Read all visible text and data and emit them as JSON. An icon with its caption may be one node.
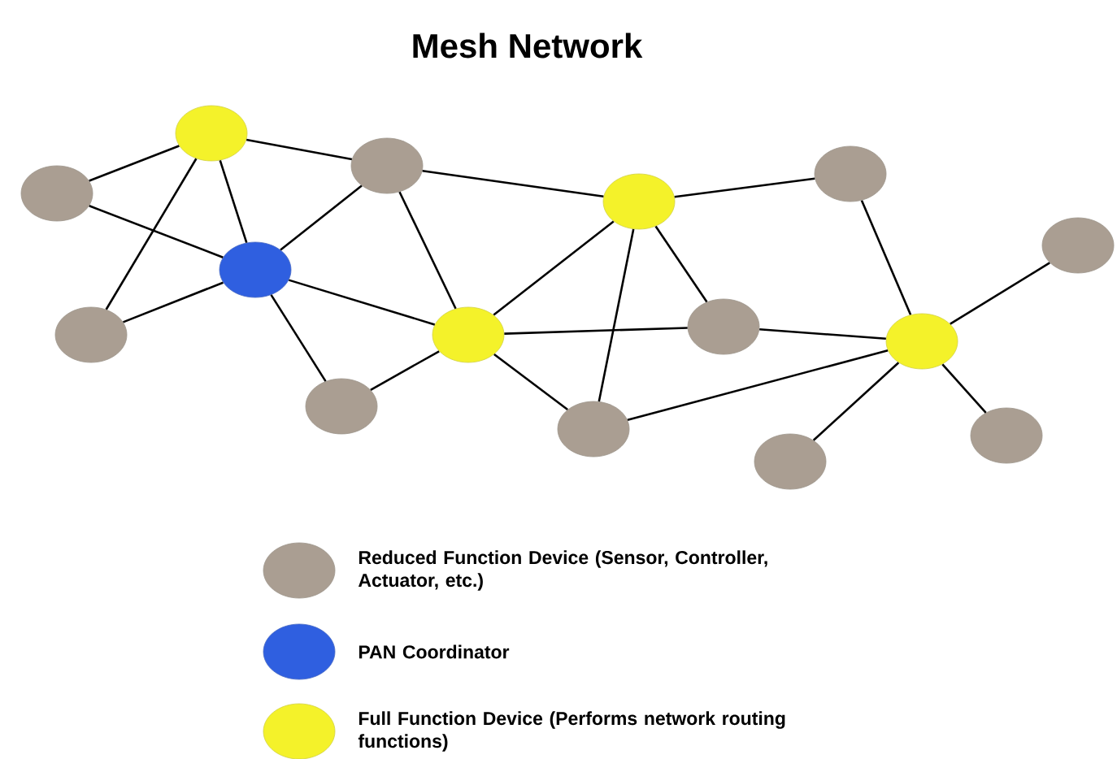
{
  "diagram": {
    "title": "Mesh Network",
    "nodes": [
      {
        "text": [],
        "shape": "circle"
      },
      {
        "text": [],
        "shape": "circle"
      },
      {
        "text": [],
        "shape": "circle"
      },
      {
        "text": [],
        "shape": "circle"
      },
      {
        "text": [],
        "shape": "circle"
      },
      {
        "text": [],
        "shape": "circle"
      },
      {
        "text": [],
        "shape": "circle"
      },
      {
        "text": [],
        "shape": "circle"
      },
      {
        "text": [],
        "shape": "circle"
      },
      {
        "text": [],
        "shape": "circle"
      },
      {
        "text": [],
        "shape": "circle"
      },
      {
        "text": [],
        "shape": "circle"
      },
      {
        "text": [],
        "shape": "circle"
      },
      {
        "text": [],
        "shape": "circle"
      },
      {
        "text": [],
        "shape": "circle"
      }
    ],
    "edges": [
      {
        "from": 0,
        "to": 1,
        "arrow": "none"
      },
      {
        "from": 0,
        "to": 2,
        "arrow": "none"
      },
      {
        "from": 0,
        "to": 3,
        "arrow": "none"
      },
      {
        "from": 0,
        "to": 4,
        "arrow": "none"
      },
      {
        "from": 1,
        "to": 3,
        "arrow": "none"
      },
      {
        "from": 3,
        "to": 2,
        "arrow": "none"
      },
      {
        "from": 3,
        "to": 4,
        "arrow": "none"
      },
      {
        "from": 3,
        "to": 5,
        "arrow": "none"
      },
      {
        "from": 3,
        "to": 6,
        "arrow": "none"
      },
      {
        "from": 2,
        "to": 5,
        "arrow": "none"
      },
      {
        "from": 2,
        "to": 7,
        "arrow": "none"
      },
      {
        "from": 5,
        "to": 6,
        "arrow": "none"
      },
      {
        "from": 5,
        "to": 7,
        "arrow": "none"
      },
      {
        "from": 5,
        "to": 9,
        "arrow": "none"
      },
      {
        "from": 5,
        "to": 10,
        "arrow": "none"
      },
      {
        "from": 7,
        "to": 8,
        "arrow": "none"
      },
      {
        "from": 7,
        "to": 9,
        "arrow": "none"
      },
      {
        "from": 7,
        "to": 10,
        "arrow": "none"
      },
      {
        "from": 9,
        "to": 11,
        "arrow": "none"
      },
      {
        "from": 10,
        "to": 11,
        "arrow": "none"
      },
      {
        "from": 8,
        "to": 11,
        "arrow": "none"
      },
      {
        "from": 11,
        "to": 12,
        "arrow": "none"
      },
      {
        "from": 11,
        "to": 13,
        "arrow": "none"
      },
      {
        "from": 11,
        "to": 14,
        "arrow": "none"
      }
    ],
    "legend": [
      {
        "text": "Reduced Function Device (Sensor, Controller, Actuator, etc.)",
        "color": "#aa9e92"
      },
      {
        "text": "PAN Coordinator",
        "color": "#2f5fe0"
      },
      {
        "text": "Full Function Device (Performs network routing functions)",
        "color": "#f4f22a"
      }
    ]
  }
}
